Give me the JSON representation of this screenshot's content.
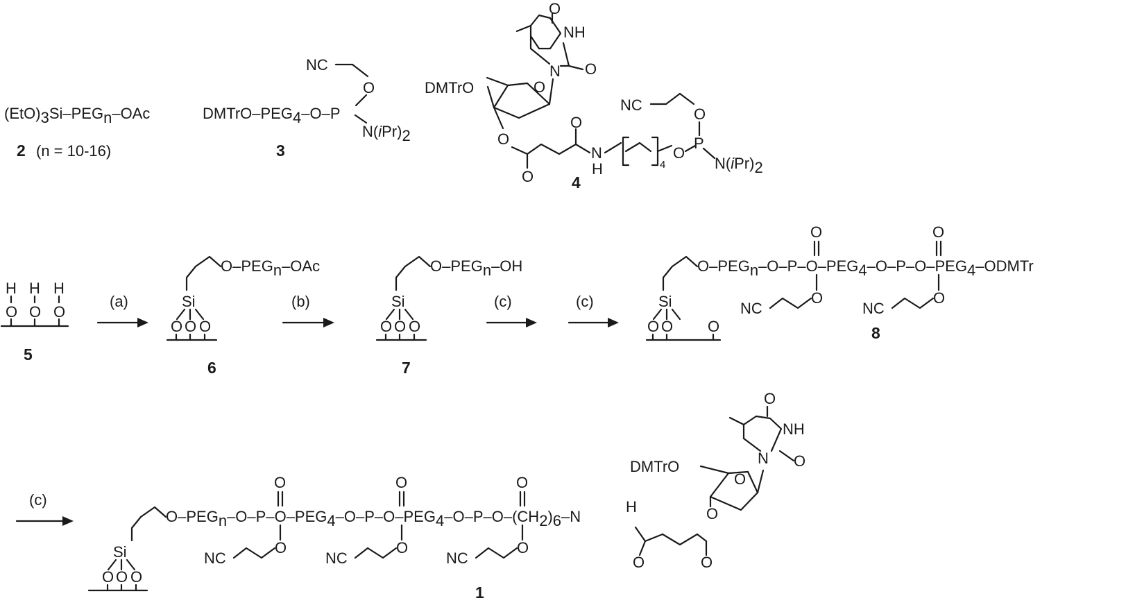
{
  "scheme": {
    "compounds": {
      "c2": {
        "formula_a": "(EtO)",
        "sub_a": "3",
        "formula_b": "Si–PEG",
        "sub_b": "n",
        "formula_c": "–OAc",
        "number": "2",
        "note": "(n = 10-16)"
      },
      "c3": {
        "number": "3",
        "chain_a": "DMTrO–PEG",
        "chain_sub": "4",
        "chain_b": "–O–P",
        "nc": "NC",
        "o": "O",
        "amine": "N(",
        "amine_i": "i",
        "amine_b": "Pr)",
        "amine_sub": "2"
      },
      "c4": {
        "number": "4",
        "dmtro": "DMTrO",
        "nc": "NC",
        "nh": "NH",
        "h": "H",
        "n": "N",
        "o": "O",
        "p": "P",
        "sub4": "4",
        "amine": "N(",
        "amine_i": "i",
        "amine_b": "Pr)",
        "amine_sub": "2"
      },
      "c5": {
        "number": "5",
        "h": "H",
        "o": "O"
      },
      "c6": {
        "number": "6",
        "si": "Si",
        "o": "O",
        "chain_a": "O–PEG",
        "chain_sub": "n",
        "chain_b": "–OAc"
      },
      "c7": {
        "number": "7",
        "si": "Si",
        "o": "O",
        "chain_a": "O–PEG",
        "chain_sub": "n",
        "chain_b": "–OH"
      },
      "c8": {
        "number": "8",
        "si": "Si",
        "o": "O",
        "p": "P",
        "nc": "NC",
        "seg1": "O–PEG",
        "seg1_sub": "n",
        "seg2": "–O–",
        "seg3": "–O–PEG",
        "seg3_sub": "4",
        "seg4": "–O–",
        "seg5": "–O–PEG",
        "seg5_sub": "4",
        "seg6": "–ODMTr"
      },
      "c1": {
        "number": "1",
        "si": "Si",
        "o": "O",
        "p": "P",
        "nc": "NC",
        "dmtro": "DMTrO",
        "nh": "NH",
        "n": "N",
        "seg1": "O–PEG",
        "seg1_sub": "n",
        "seg2": "–O–",
        "seg3": "–O–PEG",
        "seg3_sub": "4",
        "seg4": "–O–",
        "seg5": "–O–PEG",
        "seg5_sub": "4",
        "seg6": "–O–",
        "seg7": "–O–(CH",
        "seg7_sub": "2",
        "seg7_b": ")",
        "seg7_sub2": "6",
        "seg7_c": "–N"
      }
    },
    "steps": {
      "a": "(a)",
      "b": "(b)",
      "c": "(c)"
    }
  }
}
